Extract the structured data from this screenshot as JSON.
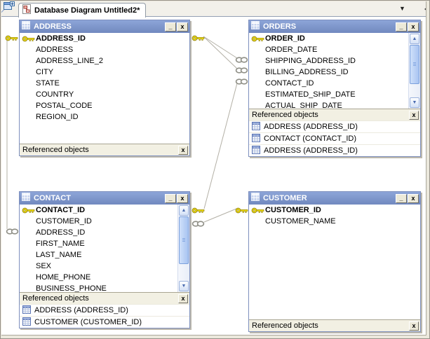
{
  "tab": {
    "title": "Database Diagram Untitled2*"
  },
  "icons": {
    "dropdown": "▼",
    "scroll_up": "▲",
    "scroll_down": "▼",
    "minimize": "_",
    "close": "x",
    "footer_close": "x"
  },
  "colors": {
    "title_bar": "#7b94c9",
    "key_yellow": "#f2df0c",
    "link_grey": "#8f8f86",
    "relationship_line": "#b3b0a6",
    "footer_bg": "#f2f0e3"
  },
  "tables": {
    "address": {
      "title": "ADDRESS",
      "columns": [
        "ADDRESS_ID",
        "ADDRESS",
        "ADDRESS_LINE_2",
        "CITY",
        "STATE",
        "COUNTRY",
        "POSTAL_CODE",
        "REGION_ID"
      ],
      "footer": "Referenced objects",
      "refs": []
    },
    "orders": {
      "title": "ORDERS",
      "columns": [
        "ORDER_ID",
        "ORDER_DATE",
        "SHIPPING_ADDRESS_ID",
        "BILLING_ADDRESS_ID",
        "CONTACT_ID",
        "ESTIMATED_SHIP_DATE",
        "ACTUAL_SHIP_DATE"
      ],
      "footer": "Referenced objects",
      "refs": [
        "ADDRESS (ADDRESS_ID)",
        "CONTACT (CONTACT_ID)",
        "ADDRESS (ADDRESS_ID)"
      ]
    },
    "contact": {
      "title": "CONTACT",
      "columns": [
        "CONTACT_ID",
        "CUSTOMER_ID",
        "ADDRESS_ID",
        "FIRST_NAME",
        "LAST_NAME",
        "SEX",
        "HOME_PHONE",
        "BUSINESS_PHONE"
      ],
      "footer": "Referenced objects",
      "refs": [
        "ADDRESS (ADDRESS_ID)",
        "CUSTOMER (CUSTOMER_ID)"
      ]
    },
    "customer": {
      "title": "CUSTOMER",
      "columns": [
        "CUSTOMER_ID",
        "CUSTOMER_NAME"
      ],
      "footer": "Referenced objects",
      "refs": []
    }
  }
}
